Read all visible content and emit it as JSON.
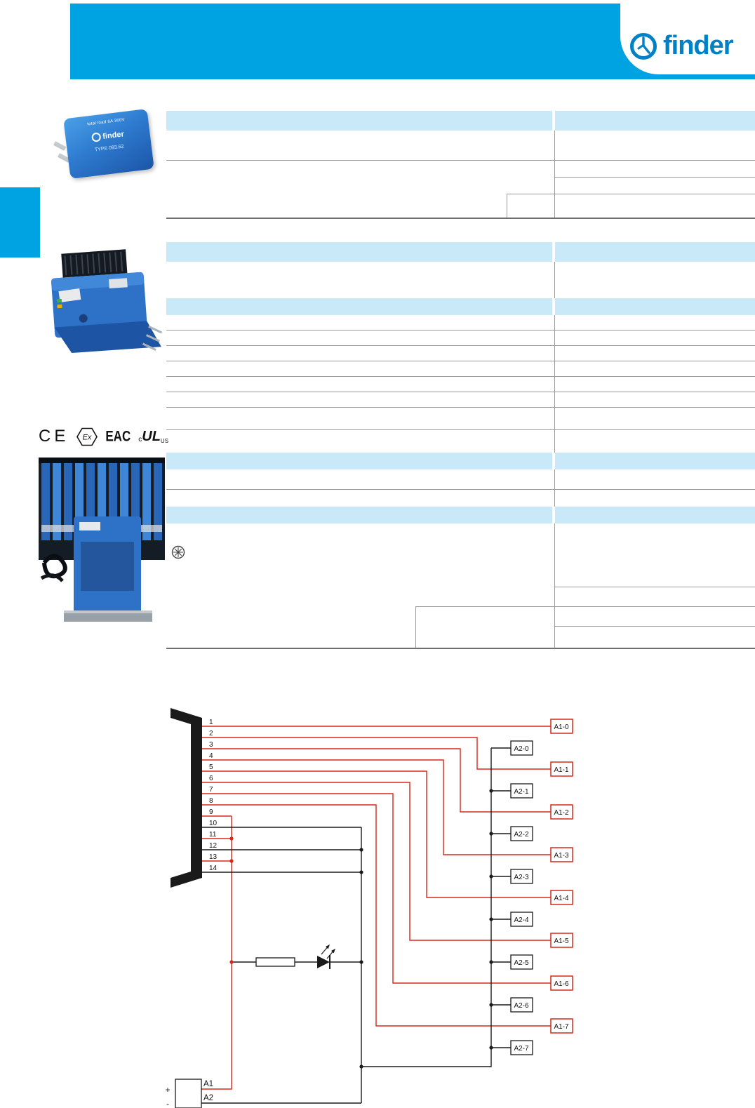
{
  "brand": {
    "name": "finder"
  },
  "photos": {
    "relay_top_text": "total load 6A 300V",
    "relay_brand": "finder",
    "relay_type": "TYPE 093.62"
  },
  "certifications": {
    "ce": "CE",
    "atex_ex": "Ex",
    "eac": "EAC",
    "ul_c": "c",
    "ul_mark": "UL",
    "ul_us": "US"
  },
  "diagram": {
    "pins": [
      "1",
      "2",
      "3",
      "4",
      "5",
      "6",
      "7",
      "8",
      "9",
      "10",
      "11",
      "12",
      "13",
      "14"
    ],
    "a1_labels": [
      "A1-0",
      "A1-1",
      "A1-2",
      "A1-3",
      "A1-4",
      "A1-5",
      "A1-6",
      "A1-7"
    ],
    "a2_labels": [
      "A2-0",
      "A2-1",
      "A2-2",
      "A2-3",
      "A2-4",
      "A2-5",
      "A2-6",
      "A2-7"
    ],
    "supply": {
      "plus": "+",
      "minus": "-",
      "a1": "A1",
      "a2": "A2"
    }
  },
  "colors": {
    "header_cyan": "#00A3E1",
    "band_blue": "#C9E9F8",
    "diagram_red": "#D5281B",
    "logo_blue": "#0081C6",
    "line_gray": "#9A9A9A"
  }
}
